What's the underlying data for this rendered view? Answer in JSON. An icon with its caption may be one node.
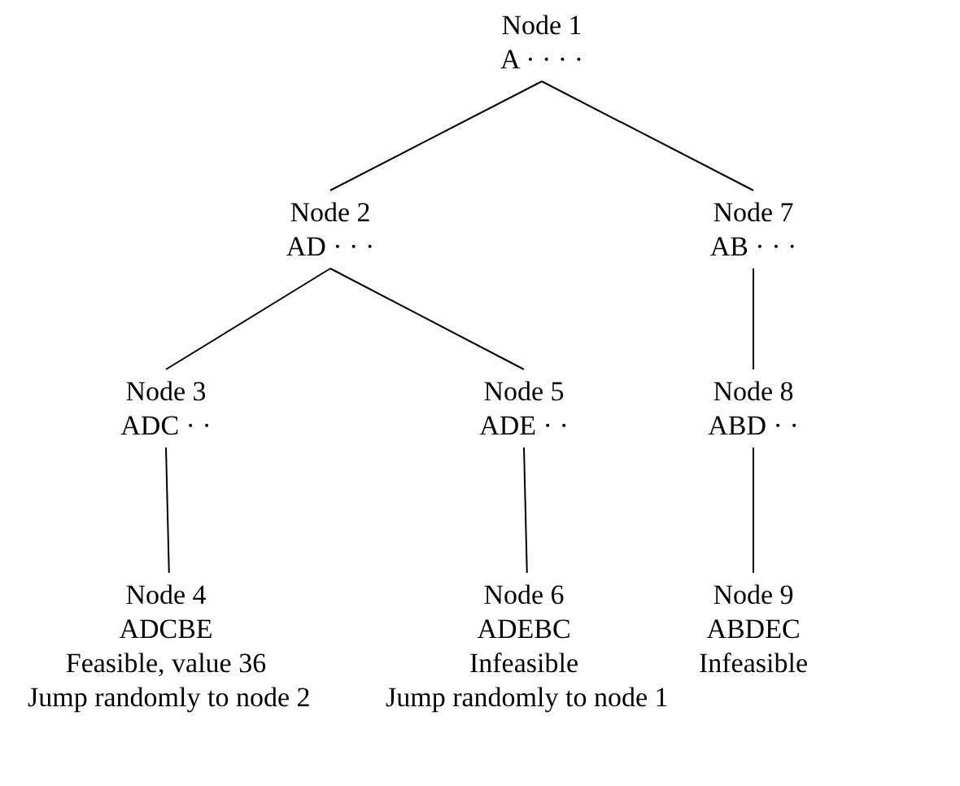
{
  "diagram": {
    "nodes": [
      {
        "text": [
          "Node 1",
          "A · · · ·"
        ]
      },
      {
        "text": [
          "Node 2",
          "AD · · ·"
        ]
      },
      {
        "text": [
          "Node 3",
          "ADC · ·"
        ]
      },
      {
        "text": [
          "Node 4",
          "ADCBE",
          "Feasible, value 36",
          "Jump randomly to node 2"
        ]
      },
      {
        "text": [
          "Node 5",
          "ADE · ·"
        ]
      },
      {
        "text": [
          "Node 6",
          "ADEBC",
          "Infeasible",
          "Jump randomly to node 1"
        ]
      },
      {
        "text": [
          "Node 7",
          "AB · · ·"
        ]
      },
      {
        "text": [
          "Node 8",
          "ABD · ·"
        ]
      },
      {
        "text": [
          "Node 9",
          "ABDEC",
          "Infeasible"
        ]
      }
    ],
    "edges": [
      {
        "from": 0,
        "to": 1,
        "arrow": "none"
      },
      {
        "from": 0,
        "to": 6,
        "arrow": "none"
      },
      {
        "from": 1,
        "to": 2,
        "arrow": "none"
      },
      {
        "from": 1,
        "to": 4,
        "arrow": "none"
      },
      {
        "from": 6,
        "to": 7,
        "arrow": "none"
      },
      {
        "from": 2,
        "to": 3,
        "arrow": "none"
      },
      {
        "from": 4,
        "to": 5,
        "arrow": "none"
      },
      {
        "from": 7,
        "to": 8,
        "arrow": "none"
      }
    ]
  }
}
